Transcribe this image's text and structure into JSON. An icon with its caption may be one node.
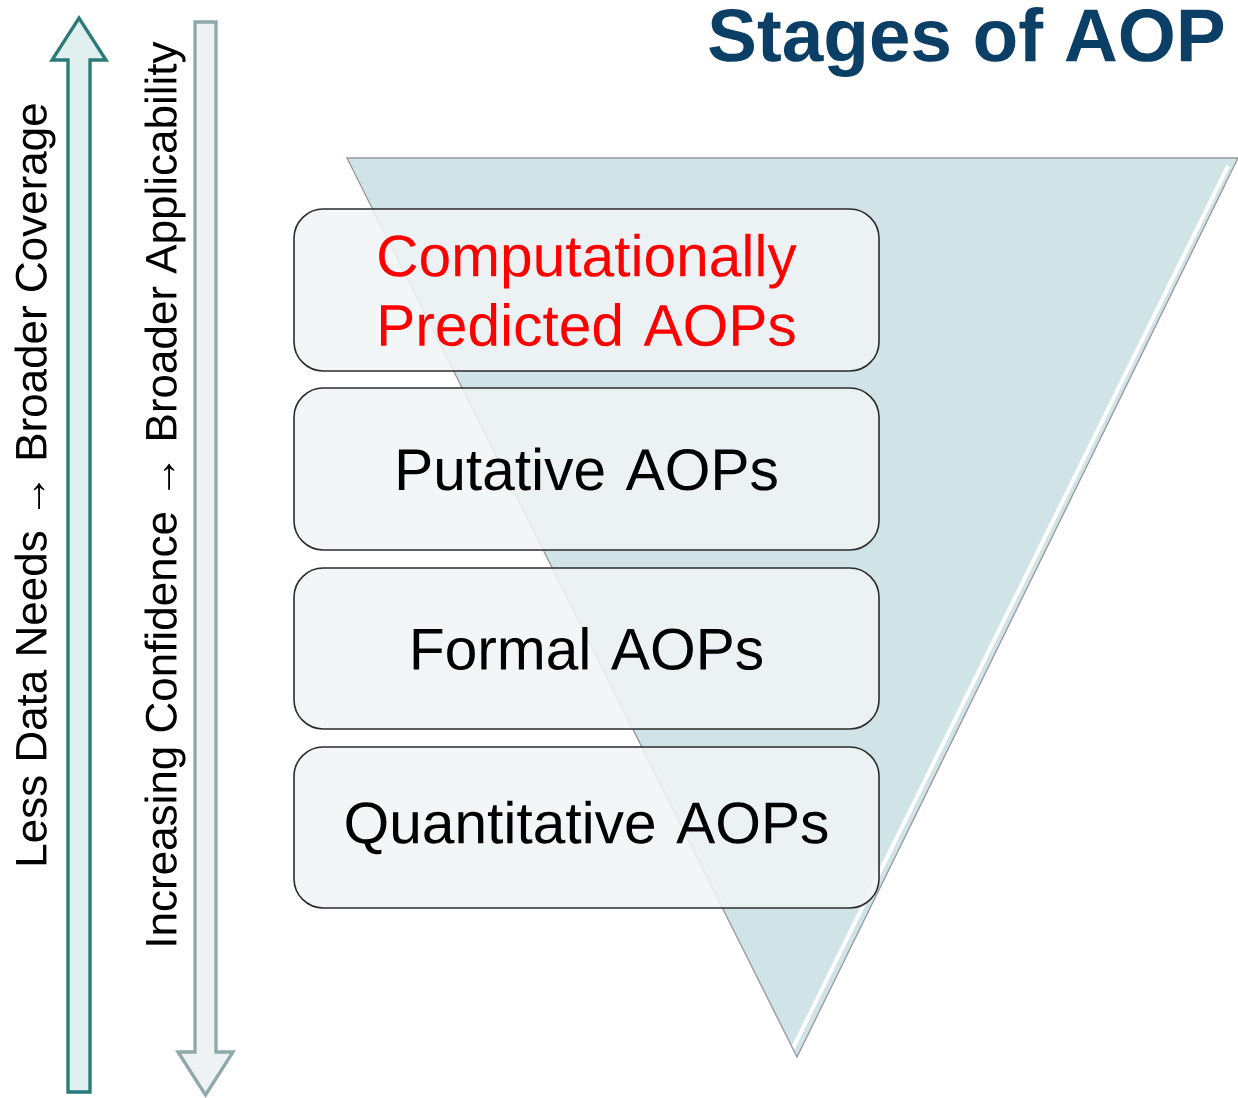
{
  "diagram": {
    "title": "Stages of AOP",
    "nodes": [
      {
        "text": [
          "Computationally Predicted AOPs"
        ]
      },
      {
        "text": [
          "Putative AOPs"
        ]
      },
      {
        "text": [
          "Formal AOPs"
        ]
      },
      {
        "text": [
          "Quantitative AOPs"
        ]
      }
    ],
    "labels": [
      "Less Data Needs → Broader Coverage",
      "Increasing Confidence → Broader Applicability"
    ]
  }
}
